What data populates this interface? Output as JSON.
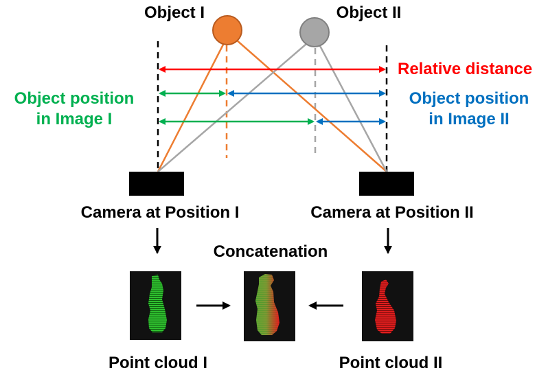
{
  "colors": {
    "object_1": "#ED7D31",
    "object_2": "#A6A6A6",
    "relative": "#FF0000",
    "image_1": "#00B050",
    "image_2": "#0070C0",
    "black": "#000000",
    "cloud_green": "#3AD13A",
    "cloud_red": "#E81E1E"
  },
  "objects": {
    "object_1_label": "Object I",
    "object_2_label": "Object II"
  },
  "measurements": {
    "relative_distance": "Relative distance",
    "image_1_line1": "Object position",
    "image_1_line2": "in Image I",
    "image_2_line1": "Object position",
    "image_2_line2": "in Image II"
  },
  "cameras": {
    "camera_1_label": "Camera at Position I",
    "camera_2_label": "Camera at Position II"
  },
  "point_clouds": {
    "concat_label": "Concatenation",
    "cloud_1_label": "Point cloud I",
    "cloud_2_label": "Point cloud II"
  }
}
